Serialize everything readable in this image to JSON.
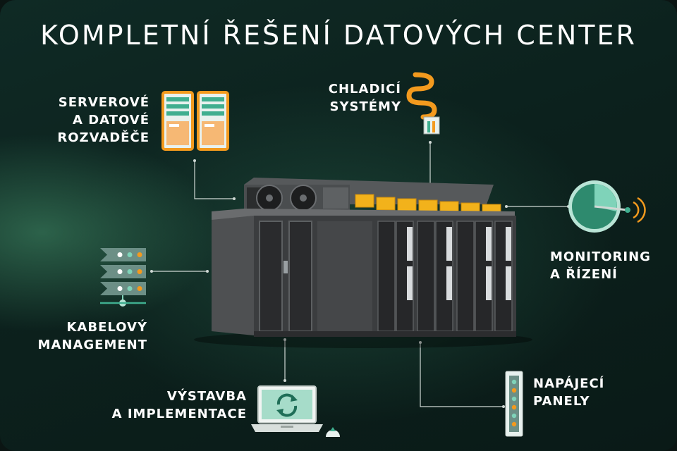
{
  "title": "KOMPLETNÍ ŘEŠENÍ DATOVÝCH CENTER",
  "labels": {
    "servers": [
      "SERVEROVÉ",
      "A DATOVÉ",
      "ROZVADĚČE"
    ],
    "cooling": [
      "CHLADICÍ",
      "SYSTÉMY"
    ],
    "monitoring": [
      "MONITORING",
      "A ŘÍZENÍ"
    ],
    "cable": [
      "KABELOVÝ",
      "MANAGEMENT"
    ],
    "build": [
      "VÝSTAVBA",
      "A IMPLEMENTACE"
    ],
    "power": [
      "NAPÁJECÍ",
      "PANELY"
    ]
  },
  "colors": {
    "accent": "#f39a1e",
    "teal": "#3fae8f",
    "teal_light": "#7fd3b9",
    "text": "#ffffff",
    "rack": "#3b3d3f"
  },
  "icons": [
    "server-racks-icon",
    "cooling-pipe-icon",
    "monitoring-gauge-icon",
    "cable-management-icon",
    "laptop-sync-icon",
    "power-panel-icon"
  ]
}
